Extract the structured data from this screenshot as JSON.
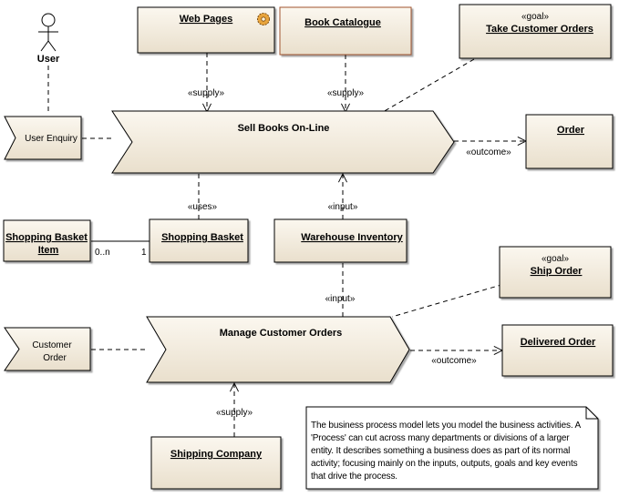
{
  "actor": {
    "label": "User"
  },
  "elements": {
    "web_pages": "Web Pages",
    "book_catalogue": "Book Catalogue",
    "take_orders_stereo": "«goal»",
    "take_orders": "Take Customer Orders",
    "sell_books": "Sell Books On-Line",
    "order": "Order",
    "user_enquiry": "User Enquiry",
    "shopping_basket_item_line1": "Shopping Basket",
    "shopping_basket_item_line2": "Item",
    "shopping_basket": "Shopping Basket",
    "warehouse_inventory": "Warehouse Inventory",
    "ship_order_stereo": "«goal»",
    "ship_order": "Ship Order",
    "manage_orders": "Manage Customer Orders",
    "customer_order_line1": "Customer",
    "customer_order_line2": "Order",
    "delivered_order": "Delivered Order",
    "shipping_company": "Shipping Company"
  },
  "connectors": {
    "supply_web": "«supply»",
    "supply_catalogue": "«supply»",
    "outcome_order": "«outcome»",
    "uses": "«uses»",
    "input_sell": "«input»",
    "input_manage": "«input»",
    "outcome_delivered": "«outcome»",
    "supply_shipping": "«supply»",
    "multiplicity_many": "0..n",
    "multiplicity_one": "1"
  },
  "note": {
    "text": "The business process model lets you model the business activities. A 'Process' can cut across many departments or divisions of a larger entity. It describes something a business does as part of its normal activity; focusing mainly on the inputs, outputs, goals and key events that drive the process."
  },
  "colors": {
    "fill_top": "#fbf7ef",
    "fill_bottom": "#ece2d0",
    "catalogue_border": "#a0522d",
    "line": "#000000"
  }
}
